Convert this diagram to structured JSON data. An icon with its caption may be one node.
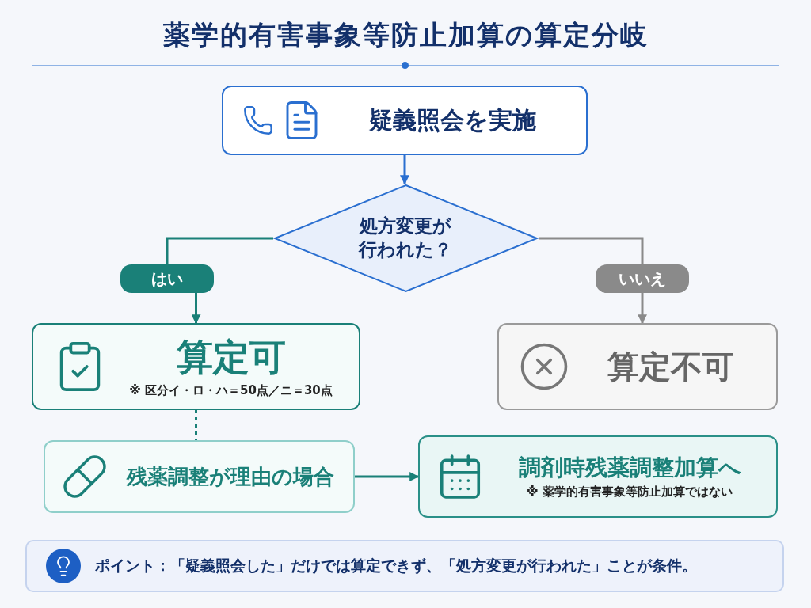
{
  "diagram": {
    "title": "薬学的有害事象等防止加算の算定分岐",
    "nodes": [
      {
        "text": [
          "疑義照会を実施"
        ]
      },
      {
        "text": [
          "処方変更が行われた？"
        ]
      },
      {
        "text": [
          "はい"
        ]
      },
      {
        "text": [
          "いいえ"
        ]
      },
      {
        "text": [
          "算定可",
          "※ 区分イ・ロ・ハ＝50点／ニ＝30点"
        ]
      },
      {
        "text": [
          "算定不可"
        ]
      },
      {
        "text": [
          "残薬調整が理由の場合"
        ]
      },
      {
        "text": [
          "調剤時残薬調整加算へ",
          "※ 薬学的有害事象等防止加算ではない"
        ]
      },
      {
        "text": [
          "**ポイント：**「疑義照会した」だけでは算定できず、「処方変更が行われた」ことが条件。"
        ]
      }
    ],
    "edges": [
      {
        "from": 0,
        "to": 1,
        "arrow": "to",
        "color": "#2a6fd0"
      },
      {
        "from": 1,
        "to": 2,
        "arrow": "none"
      },
      {
        "from": 2,
        "to": 4,
        "arrow": "to"
      },
      {
        "from": 1,
        "to": 3,
        "arrow": "none",
        "color": "#8a8a8a"
      },
      {
        "from": 3,
        "to": 5,
        "arrow": "to",
        "color": "#8a8a8a"
      },
      {
        "from": 4,
        "to": 6,
        "arrow": "none",
        "style": "dashed"
      },
      {
        "from": 6,
        "to": 7,
        "arrow": "to"
      }
    ]
  }
}
